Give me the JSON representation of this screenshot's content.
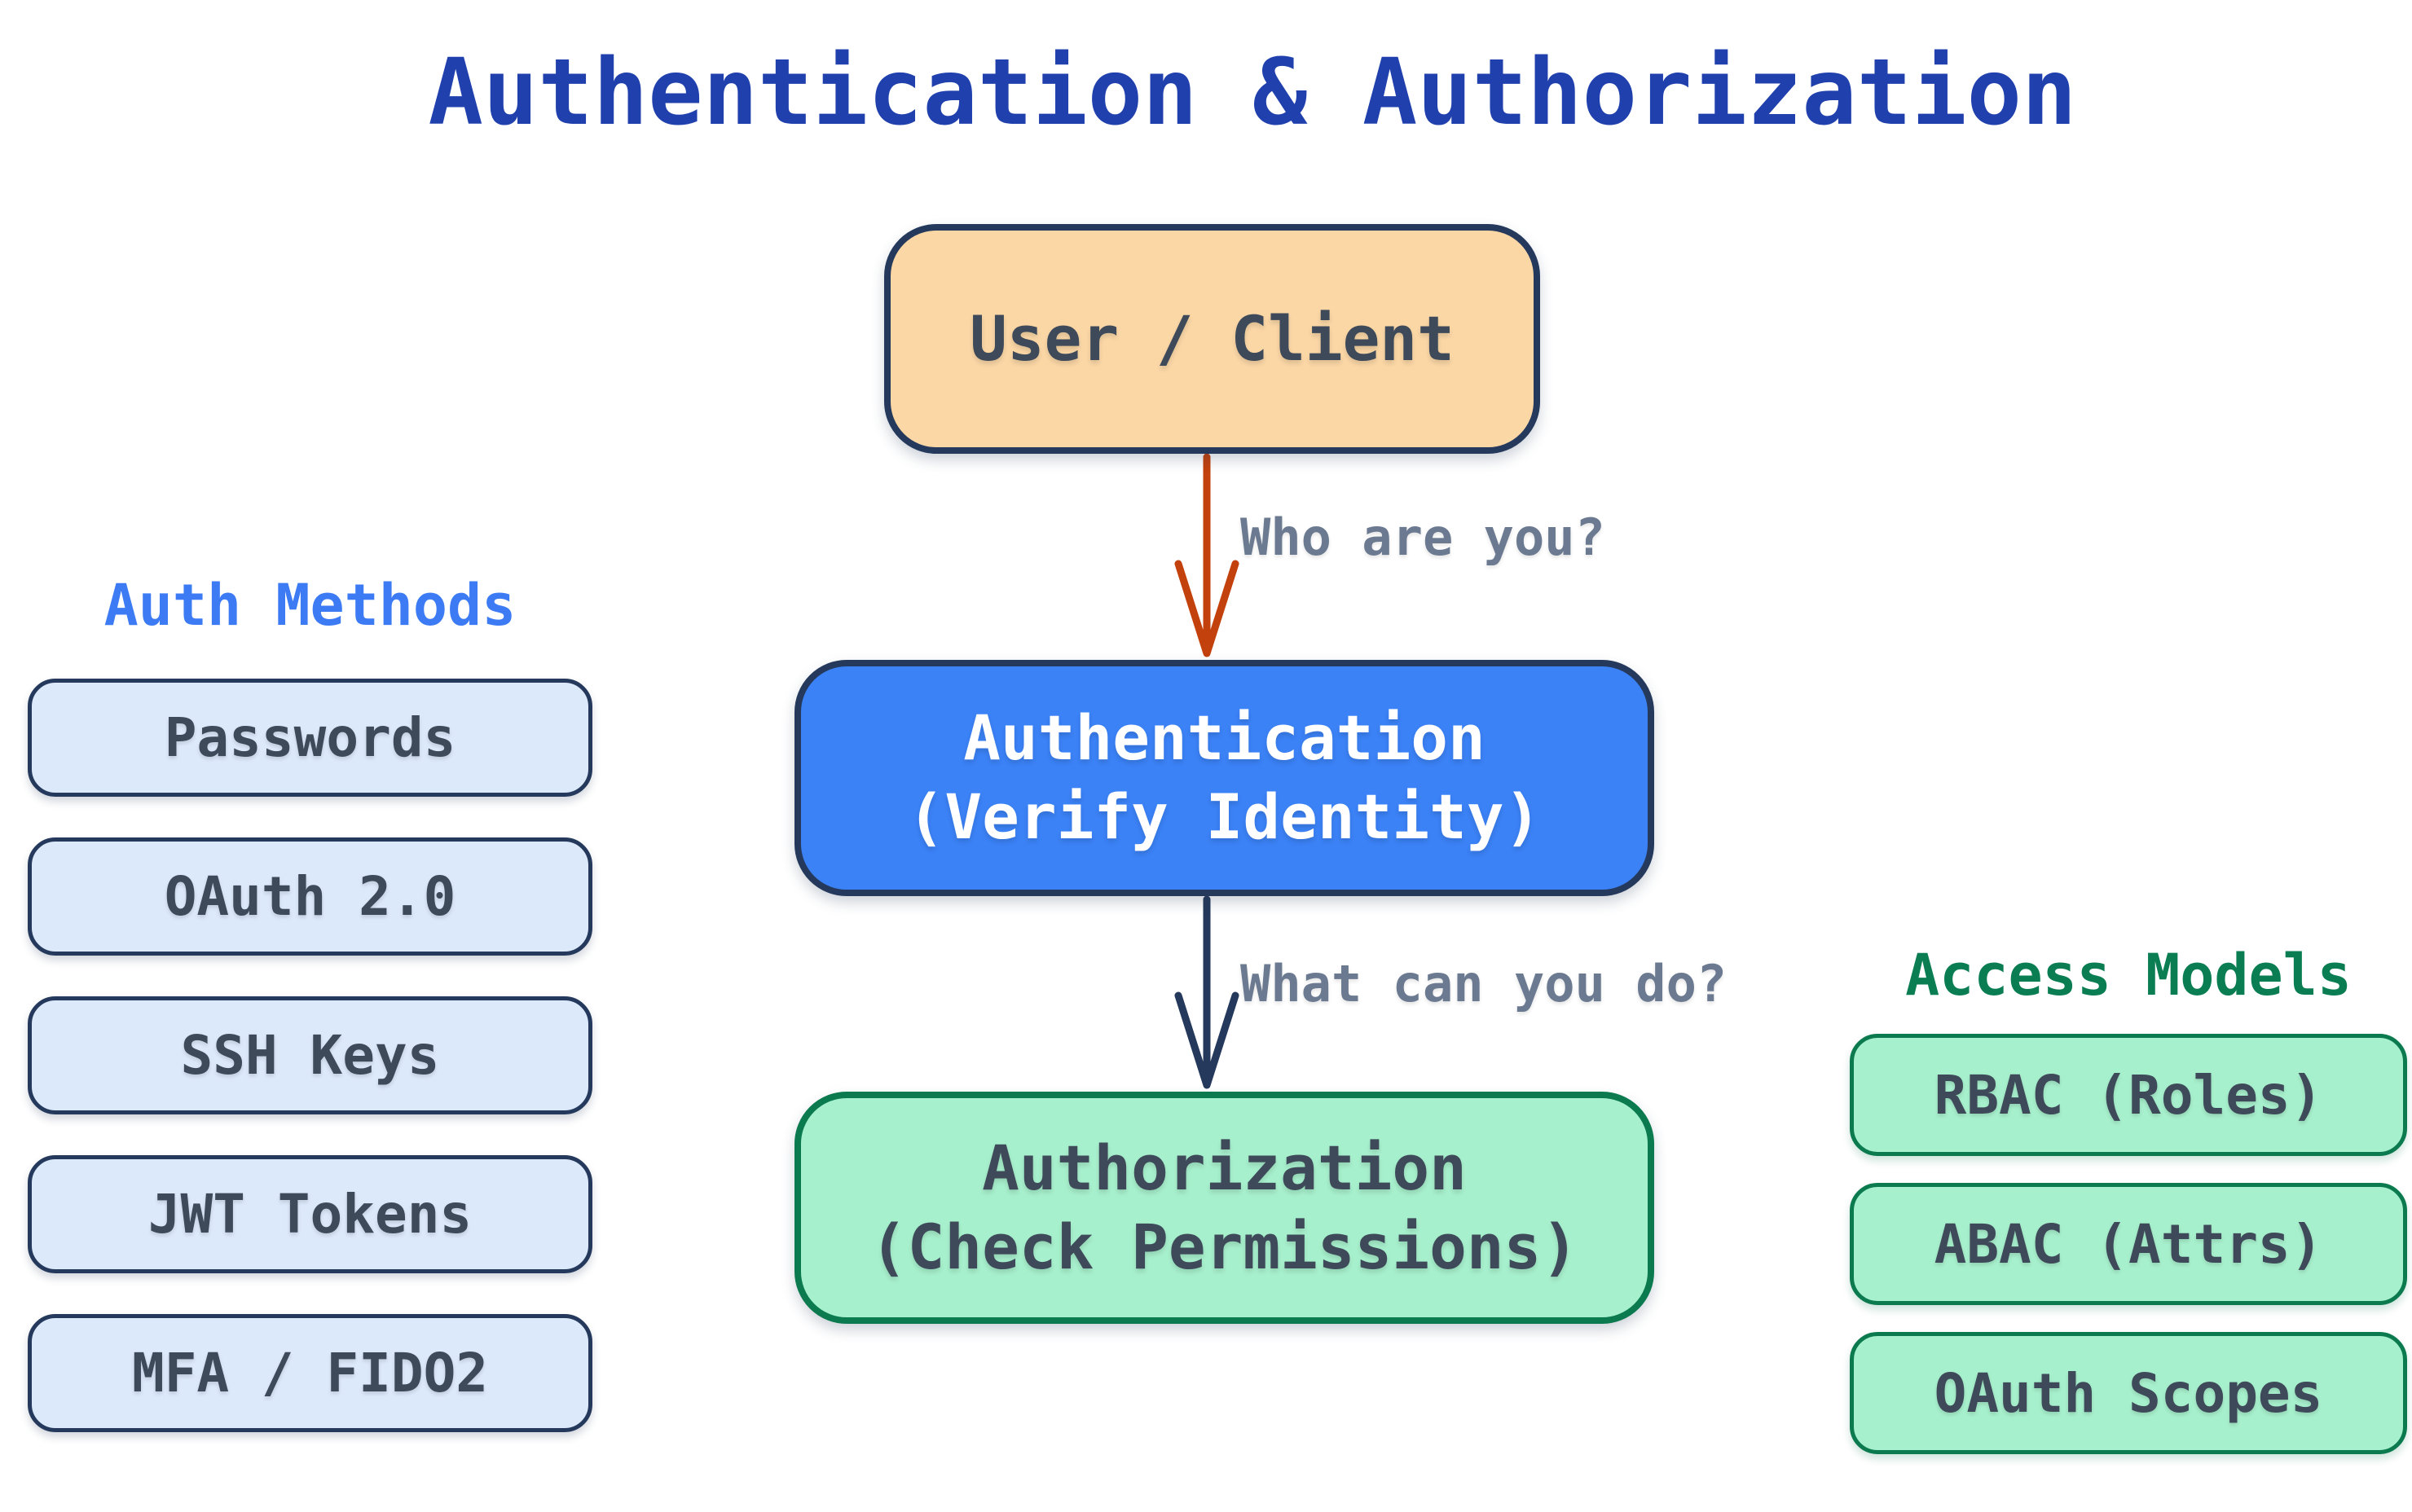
{
  "title": "Authentication & Authorization",
  "flow": {
    "nodes": [
      {
        "id": "user",
        "label": "User / Client"
      },
      {
        "id": "authn",
        "label": "Authentication",
        "sublabel": "(Verify Identity)"
      },
      {
        "id": "authz",
        "label": "Authorization",
        "sublabel": "(Check Permissions)"
      }
    ],
    "edges": [
      {
        "from": "user",
        "to": "authn",
        "label": "Who are you?"
      },
      {
        "from": "authn",
        "to": "authz",
        "label": "What can you do?"
      }
    ]
  },
  "auth_methods": {
    "title": "Auth Methods",
    "items": [
      "Passwords",
      "OAuth 2.0",
      "SSH Keys",
      "JWT Tokens",
      "MFA / FIDO2"
    ]
  },
  "access_models": {
    "title": "Access Models",
    "items": [
      "RBAC (Roles)",
      "ABAC (Attrs)",
      "OAuth Scopes"
    ]
  },
  "colors": {
    "title_blue": "#2040ad",
    "header_blue": "#3d7bf4",
    "header_green": "#0a7d52",
    "navy": "#24395b",
    "green": "#0b7a4e",
    "peach": "#fbd7a6",
    "blue": "#3b82f6",
    "mint": "#a7f0cd",
    "light_blue": "#dce9fb",
    "slate": "#3e4a59",
    "gray_label": "#6b7a90",
    "orange": "#c2410c"
  }
}
